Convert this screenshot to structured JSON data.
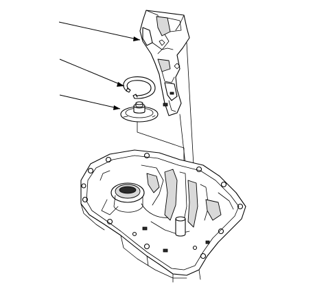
{
  "diagram": {
    "parts": [
      {
        "id": "oil-guide-plate",
        "icon": "oil-guide-plate-icon"
      },
      {
        "id": "snap-ring",
        "icon": "snap-ring-icon"
      },
      {
        "id": "oil-gutter-plate",
        "icon": "oil-gutter-plate-icon"
      },
      {
        "id": "transmission-housing",
        "icon": "transmission-housing-icon"
      }
    ],
    "leader_lines": 3,
    "colors": {
      "line": "#000000",
      "background": "#ffffff",
      "shade": "#d9d9d9"
    }
  }
}
